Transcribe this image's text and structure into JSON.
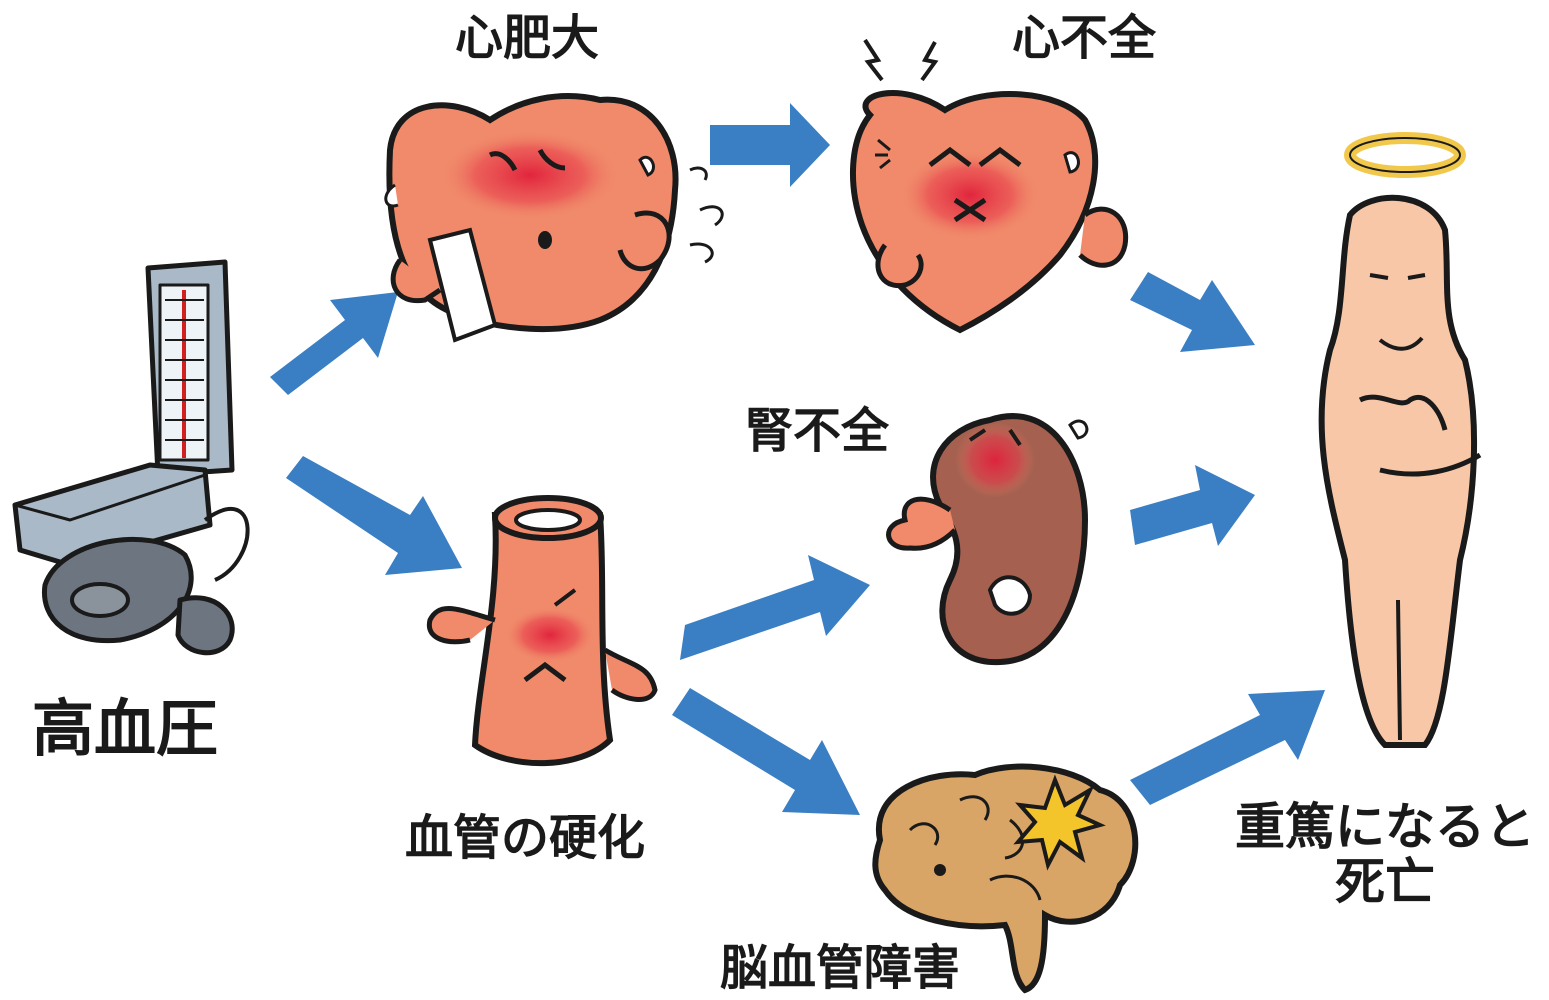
{
  "labels": {
    "hypertension": "高血圧",
    "cardiomegaly": "心肥大",
    "heart_failure": "心不全",
    "renal_failure": "腎不全",
    "arteriosclerosis": "血管の硬化",
    "cerebrovascular": "脳血管障害",
    "outcome_line1": "重篤になると",
    "outcome_line2": "死亡"
  },
  "colors": {
    "arrow": "#3a7fc4",
    "outline": "#1a1a1a",
    "organ_red": "#f08a6a",
    "flush": "#e0203a",
    "kidney": "#a5604f",
    "brain": "#d9a566",
    "skin": "#f7c7a8",
    "halo": "#f2c84b",
    "monitor": "#aab9c7",
    "cuff": "#6d7680",
    "star": "#f3c52a"
  }
}
